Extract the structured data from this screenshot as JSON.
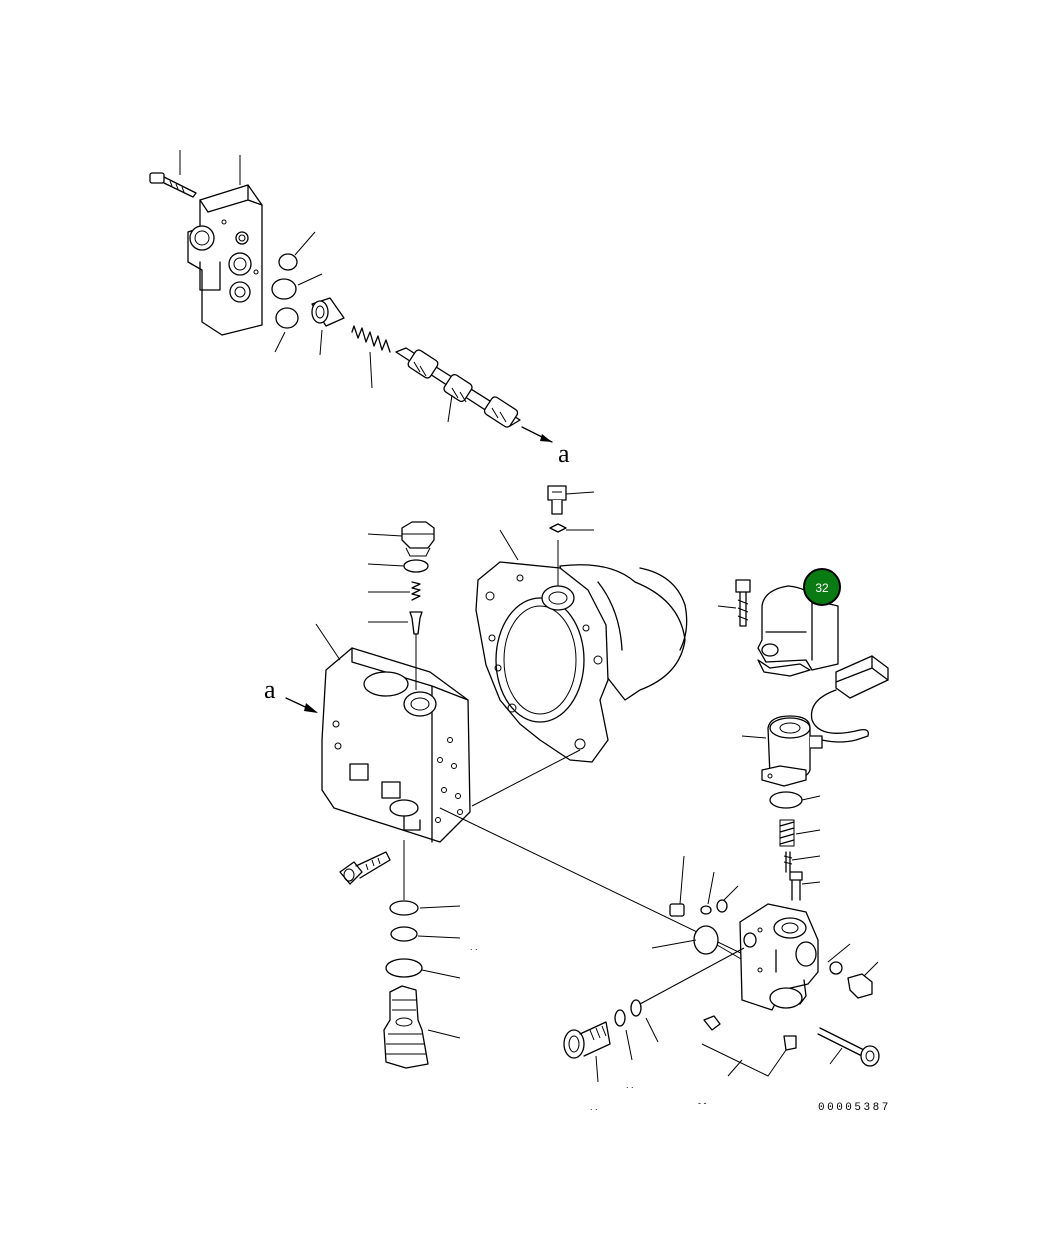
{
  "diagram": {
    "drawing_number": "00005387",
    "view_marks": [
      "a",
      "a"
    ],
    "highlight_callout": {
      "label": "32",
      "color": "#0a7a12"
    },
    "faint_marks": [
      ". .",
      ". .",
      ". .",
      "- -"
    ]
  }
}
